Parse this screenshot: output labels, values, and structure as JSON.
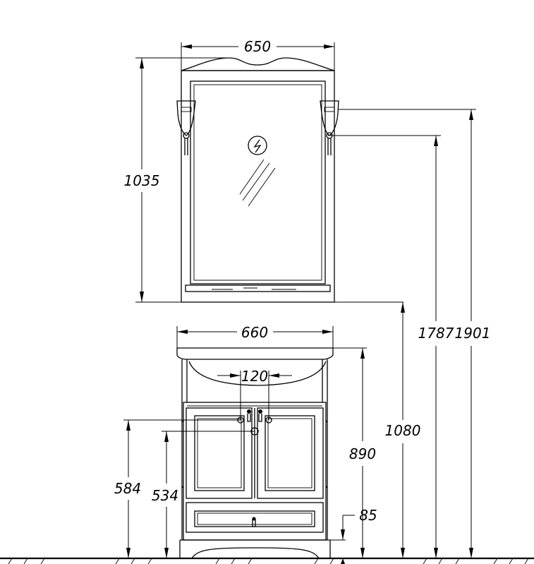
{
  "dimensions": {
    "mirror_width": "650",
    "mirror_height": "1035",
    "vanity_width": "660",
    "faucet_spacing": "120",
    "light_height": "1787",
    "lamp_top_height": "1901",
    "mirror_bottom_height": "1080",
    "vanity_height": "890",
    "supply_height": "584",
    "drain_height": "534",
    "plinth_height": "85"
  },
  "icons": {
    "electrical_outlet": "lightning-bolt-icon"
  }
}
